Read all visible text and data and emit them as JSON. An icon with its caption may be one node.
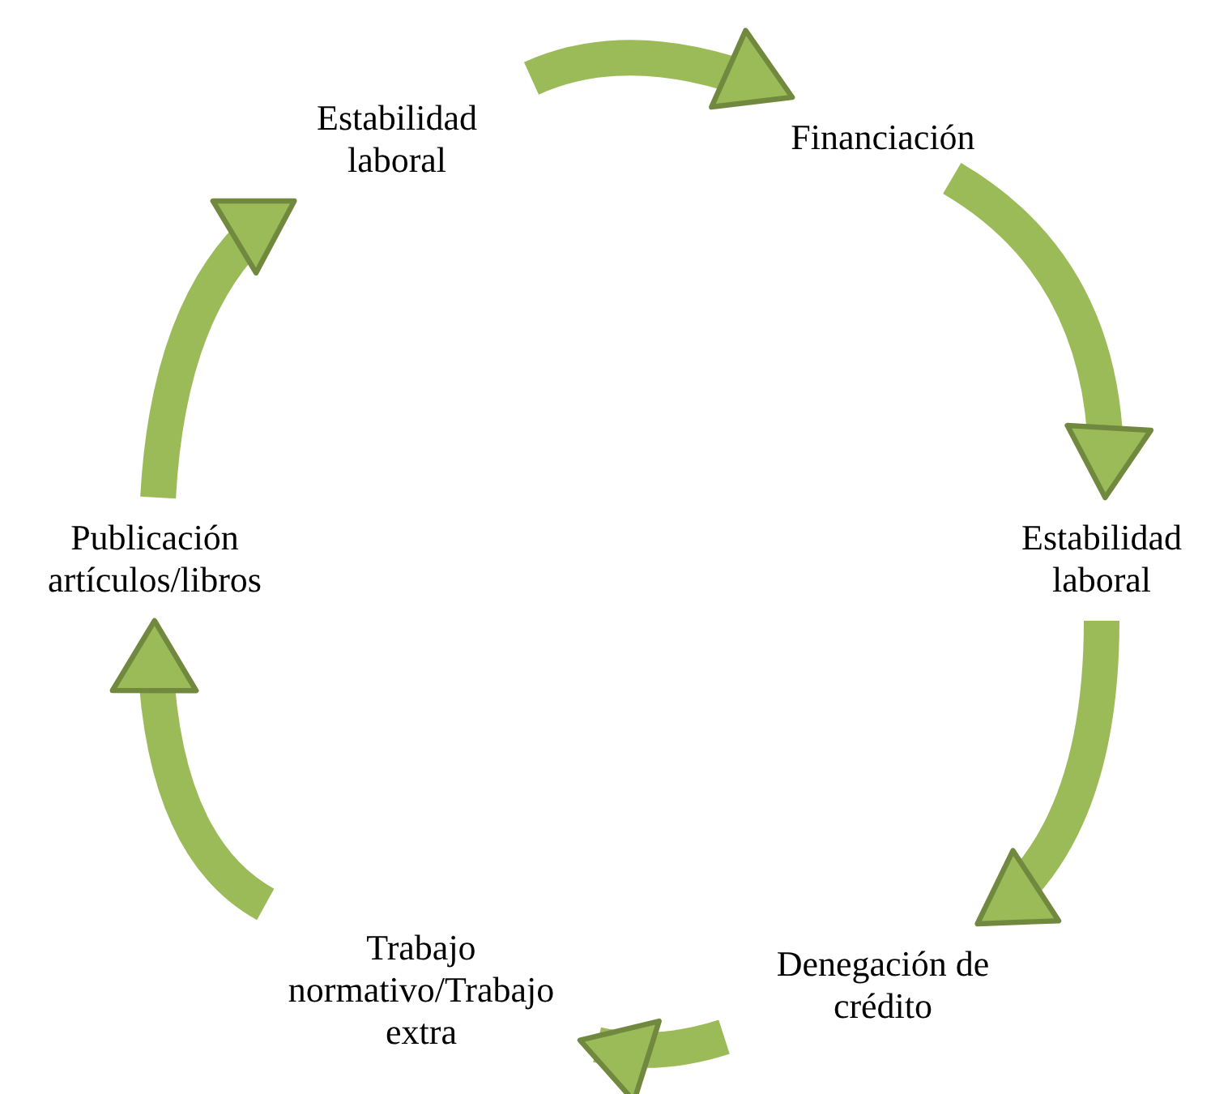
{
  "diagram": {
    "nodes": [
      {
        "text": [
          "Estabilidad laboral"
        ]
      },
      {
        "text": [
          "Financiación"
        ]
      },
      {
        "text": [
          "Estabilidad laboral"
        ]
      },
      {
        "text": [
          "Denegación de crédito"
        ]
      },
      {
        "text": [
          "Trabajo normativo/Trabajo extra"
        ]
      },
      {
        "text": [
          "Publicación artículos/libros"
        ]
      }
    ],
    "edges": [
      {
        "from": 0,
        "to": 1,
        "arrow": "to"
      },
      {
        "from": 1,
        "to": 2,
        "arrow": "to"
      },
      {
        "from": 2,
        "to": 3,
        "arrow": "to"
      },
      {
        "from": 3,
        "to": 4,
        "arrow": "to"
      },
      {
        "from": 4,
        "to": 5,
        "arrow": "to"
      },
      {
        "from": 5,
        "to": 0,
        "arrow": "to"
      }
    ]
  }
}
